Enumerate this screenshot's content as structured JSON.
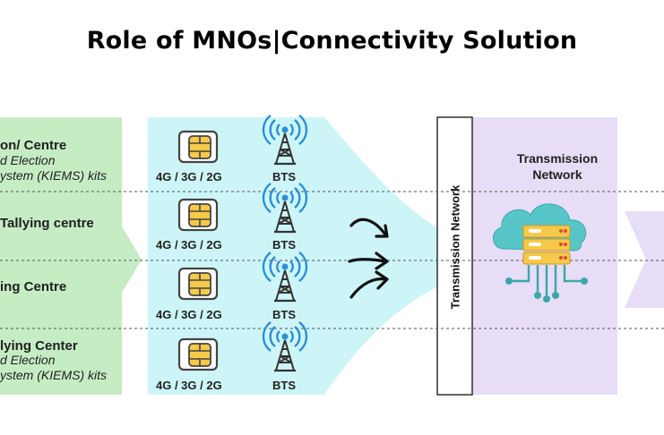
{
  "title": "Role of MNOs|Connectivity Solution",
  "locations": [
    {
      "title": "on/ Centre",
      "sub1": "d Election",
      "sub2": "ystem (KIEMS) kits"
    },
    {
      "title": "Tallying centre",
      "sub1": "",
      "sub2": ""
    },
    {
      "title": "ing Centre",
      "sub1": "",
      "sub2": ""
    },
    {
      "title": "lying Center",
      "sub1": "d Election",
      "sub2": "ystem (KIEMS) kits"
    }
  ],
  "sim_label": "4G / 3G / 2G",
  "bts_label": "BTS",
  "transmission_network_vertical": "Transmission Network",
  "transmission_network_title_1": "Transmission",
  "transmission_network_title_2": "Network",
  "icons": [
    "sim-card-icon",
    "bts-tower-icon",
    "curved-arrow-icon",
    "cloud-server-icon"
  ],
  "colors": {
    "green_panel": "#c6ecc4",
    "cyan_panel": "#cdf5f7",
    "lavender_panel": "#e8ddf6",
    "sim_gold": "#f7c948",
    "tower_blue": "#2a8fd6",
    "cloud_teal": "#58c6c8"
  }
}
